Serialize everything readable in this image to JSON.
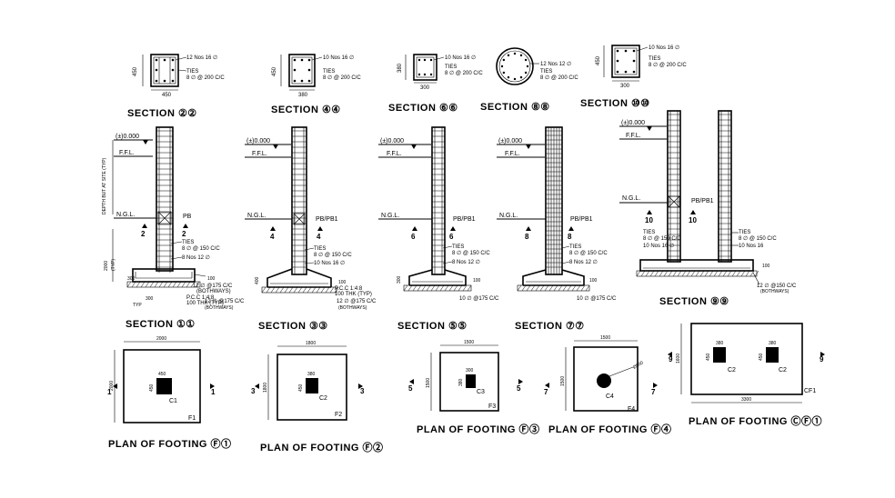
{
  "top_sections": [
    {
      "title": "SECTION ②②",
      "w": "450",
      "h": "450",
      "bars": "12 Nos 16 ∅",
      "ties": "TIES",
      "ties2": "8 ∅ @ 200 C/C"
    },
    {
      "title": "SECTION ④④",
      "w": "380",
      "h": "450",
      "bars": "10 Nos 16 ∅",
      "ties": "TIES",
      "ties2": "8 ∅ @ 200 C/C"
    },
    {
      "title": "SECTION ⑥⑥",
      "w": "300",
      "h": "380",
      "bars": "10 Nos 16 ∅",
      "ties": "TIES",
      "ties2": "8 ∅ @ 200 C/C"
    },
    {
      "title": "SECTION ⑧⑧",
      "bars": "12 Nos 12 ∅",
      "ties": "TIES",
      "ties2": "8 ∅ @ 200 C/C"
    },
    {
      "title": "SECTION ⑩⑩",
      "w": "300",
      "h": "450",
      "bars": "10 Nos 16 ∅",
      "ties": "TIES",
      "ties2": "8 ∅ @ 200 C/C"
    }
  ],
  "elevations": {
    "level": "(±)0.000",
    "ffl": "F.F.L.",
    "ngl": "N.G.L.",
    "s1": {
      "title": "SECTION ①①",
      "depth": "DEPTH BUT AT SITE (TYP)",
      "h": "2000",
      "h2": "(TYP)",
      "pb": "PB",
      "ties": "TIES",
      "ties2": "8 ∅ @ 150 C/C",
      "bars": "8 Nos 12 ∅",
      "bot1": "12 ∅ @175 C/C",
      "bot2": "(BOTHWAYS)",
      "pcc1": "P.C.C 1:4:8",
      "pcc2": "100 THK (TYP)",
      "bot3": "12 ∅ @175 C/C",
      "bot4": "(BOTHWAYS)",
      "w": "300",
      "typ": "TYP",
      "d": "300",
      "d2": "100",
      "m1": "2",
      "m2": "2"
    },
    "s3": {
      "title": "SECTION ③③",
      "pb": "PB/PB1",
      "ties": "TIES",
      "ties2": "8 ∅ @ 150 C/C",
      "bars": "10 Nos 16 ∅",
      "pcc1": "P.C.C 1:4:8",
      "pcc2": "100 THK (TYP)",
      "bot1": "12 ∅ @175 C/C",
      "bot2": "(BOTHWAYS)",
      "d": "400",
      "d2": "100",
      "m1": "4",
      "m2": "4"
    },
    "s5": {
      "title": "SECTION ⑤⑤",
      "pb": "PB/PB1",
      "ties": "TIES",
      "ties2": "8 ∅ @ 150 C/C",
      "bars": "8 Nos 12 ∅",
      "bot1": "10 ∅ @175 C/C",
      "d": "300",
      "d2": "100",
      "m1": "6",
      "m2": "6"
    },
    "s7": {
      "title": "SECTION ⑦⑦",
      "pb": "PB/PB1",
      "ties": "TIES",
      "ties2": "8 ∅ @ 150 C/C",
      "bars": "8 Nos 12 ∅",
      "bot1": "10 ∅ @175 C/C",
      "d2": "100",
      "m1": "8",
      "m2": "8"
    },
    "s9": {
      "title": "SECTION ⑨⑨",
      "pb": "PB/PB1",
      "ties": "TIES",
      "ties2": "8 ∅ @ 150 C/C",
      "bars": "10 Nos 16",
      "ties_b": "TIES",
      "ties_b2": "8 ∅ @ 150 C/C",
      "bars_b": "10 Nos 16 ∅",
      "bot1": "12 ∅ @150 C/C",
      "bot2": "(BOTHWAYS)",
      "d2": "100",
      "m1": "10",
      "m2": "10"
    }
  },
  "plans": [
    {
      "title": "PLAN OF FOOTING Ⓕ①",
      "dim_w": "2000",
      "dim_h": "2000",
      "col": "C1",
      "col_w": "450",
      "col_h": "450",
      "tag": "F1",
      "m1": "1",
      "m2": "1"
    },
    {
      "title": "PLAN OF FOOTING Ⓕ②",
      "dim_w": "1800",
      "dim_h": "1800",
      "col": "C2",
      "col_w": "380",
      "col_h": "450",
      "tag": "F2",
      "m1": "3",
      "m2": "3"
    },
    {
      "title": "PLAN OF FOOTING Ⓕ③",
      "dim_w": "1500",
      "dim_h": "1500",
      "col": "C3",
      "col_w": "300",
      "col_h": "380",
      "tag": "F3",
      "m1": "5",
      "m2": "5"
    },
    {
      "title": "PLAN OF FOOTING Ⓕ④",
      "dim_w": "1500",
      "dim_h": "1500",
      "col": "C4",
      "col_w": "Ø500",
      "tag": "F4",
      "m1": "7",
      "m2": "7"
    },
    {
      "title": "PLAN OF FOOTING ⒸⒻ①",
      "dim_w": "3300",
      "dim_h": "1600",
      "col": "C2",
      "col_b": "C2",
      "col_w": "380",
      "col_h": "450",
      "col_w2": "380",
      "col_h2": "450",
      "tag": "CF1",
      "m1": "9",
      "m2": "9"
    }
  ]
}
